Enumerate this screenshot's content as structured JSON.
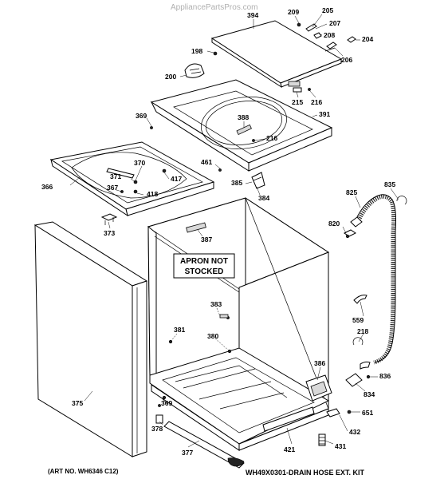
{
  "watermark": "AppliancePartsPros.com",
  "note_box": {
    "line1": "APRON NOT",
    "line2": "STOCKED"
  },
  "footer": {
    "art_no": "(ART NO. WH6346 C12)",
    "kit": "WH49X0301-DRAIN HOSE EXT. KIT"
  },
  "labels": {
    "p394": "394",
    "p209": "209",
    "p205": "205",
    "p207": "207",
    "p208": "208",
    "p204": "204",
    "p206": "206",
    "p198": "198",
    "p200": "200",
    "p215": "215",
    "p216a": "216",
    "p369a": "369",
    "p388": "388",
    "p391": "391",
    "p216b": "216",
    "p370": "370",
    "p371": "371",
    "p417": "417",
    "p366": "366",
    "p367": "367",
    "p418": "418",
    "p461": "461",
    "p385": "385",
    "p384": "384",
    "p825": "825",
    "p835": "835",
    "p820": "820",
    "p373": "373",
    "p387": "387",
    "p383": "383",
    "p381": "381",
    "p380": "380",
    "p559": "559",
    "p218": "218",
    "p386": "386",
    "p836": "836",
    "p834": "834",
    "p375": "375",
    "p369b": "369",
    "p651": "651",
    "p378": "378",
    "p432": "432",
    "p377": "377",
    "p421": "421",
    "p431": "431"
  }
}
